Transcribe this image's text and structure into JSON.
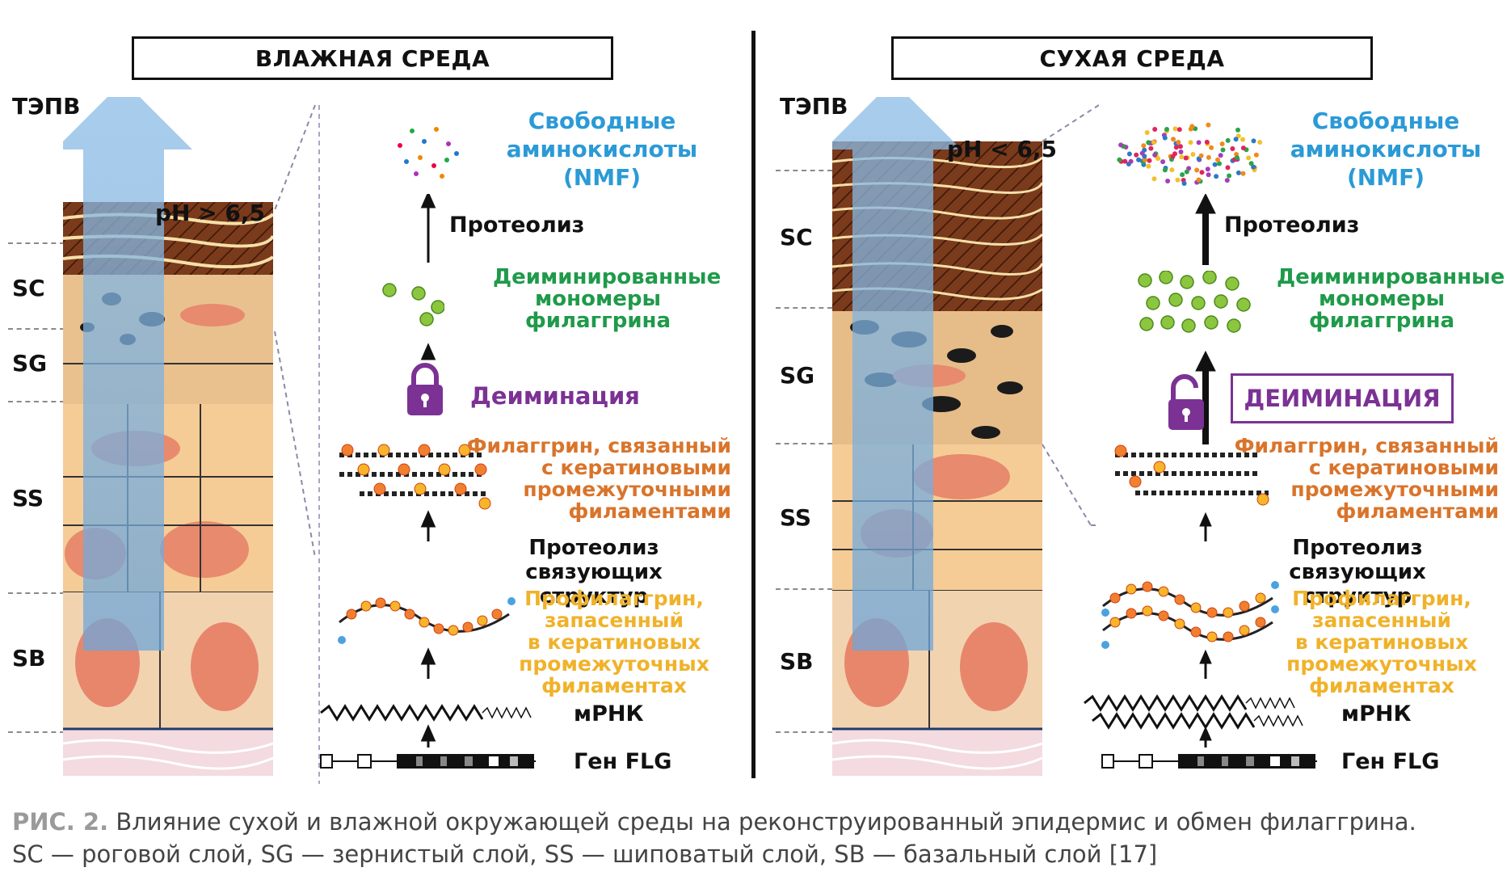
{
  "panels": {
    "wet": {
      "title": "ВЛАЖНАЯ СРЕДА",
      "tepv": "ТЭПВ",
      "ph": "pH > 6,5",
      "layers": [
        "SC",
        "SG",
        "SS",
        "SB"
      ],
      "nmf": [
        "Свободные",
        "аминокислоты",
        "(NMF)"
      ],
      "proteolysis": "Протеолиз",
      "monomers": [
        "Деиминированные",
        "мономеры",
        "филаггрина"
      ],
      "deimination": "Деиминация",
      "bound": [
        "Филаггрин, связанный",
        "с кератиновыми",
        "промежуточными",
        "филаментами"
      ],
      "linker": [
        "Протеолиз связующих",
        "структур"
      ],
      "profilaggrin": [
        "Профилаггрин,",
        "запасенный",
        "в кератиновых",
        "промежуточных",
        "филаментах"
      ],
      "mrna": "мРНК",
      "gene": "Ген FLG"
    },
    "dry": {
      "title": "СУХАЯ СРЕДА",
      "tepv": "ТЭПВ",
      "ph": "pH < 6,5",
      "layers": [
        "SC",
        "SG",
        "SS",
        "SB"
      ],
      "nmf": [
        "Свободные",
        "аминокислоты",
        "(NMF)"
      ],
      "proteolysis": "Протеолиз",
      "monomers": [
        "Деиминированные",
        "мономеры",
        "филаггрина"
      ],
      "deimination": "ДЕИМИНАЦИЯ",
      "bound": [
        "Филаггрин, связанный",
        "с кератиновыми",
        "промежуточными",
        "филаментами"
      ],
      "linker": [
        "Протеолиз связующих",
        "структур"
      ],
      "profilaggrin": [
        "Профилаггрин,",
        "запасенный",
        "в кератиновых",
        "промежуточных",
        "филаментах"
      ],
      "mrna": "мРНК",
      "gene": "Ген FLG"
    }
  },
  "caption": {
    "label": "РИС. 2.",
    "line1": "Влияние сухой и влажной окружающей среды на реконструированный эпидермис и обмен филаггрина.",
    "line2": "SC — роговой слой, SG — зернистый слой, SS — шиповатый слой, SB — базальный слой [17]"
  },
  "colors": {
    "blue_text": "#2b9ad6",
    "green_text": "#1f9a4a",
    "orange_text": "#d9742b",
    "yellow_text": "#f0b22a",
    "purple": "#7b3294",
    "arrow_blue": "#7fb3e0"
  },
  "icons": [
    "closed-lock-icon",
    "open-lock-icon",
    "up-arrow-icon",
    "skin-tissue-illustration"
  ]
}
